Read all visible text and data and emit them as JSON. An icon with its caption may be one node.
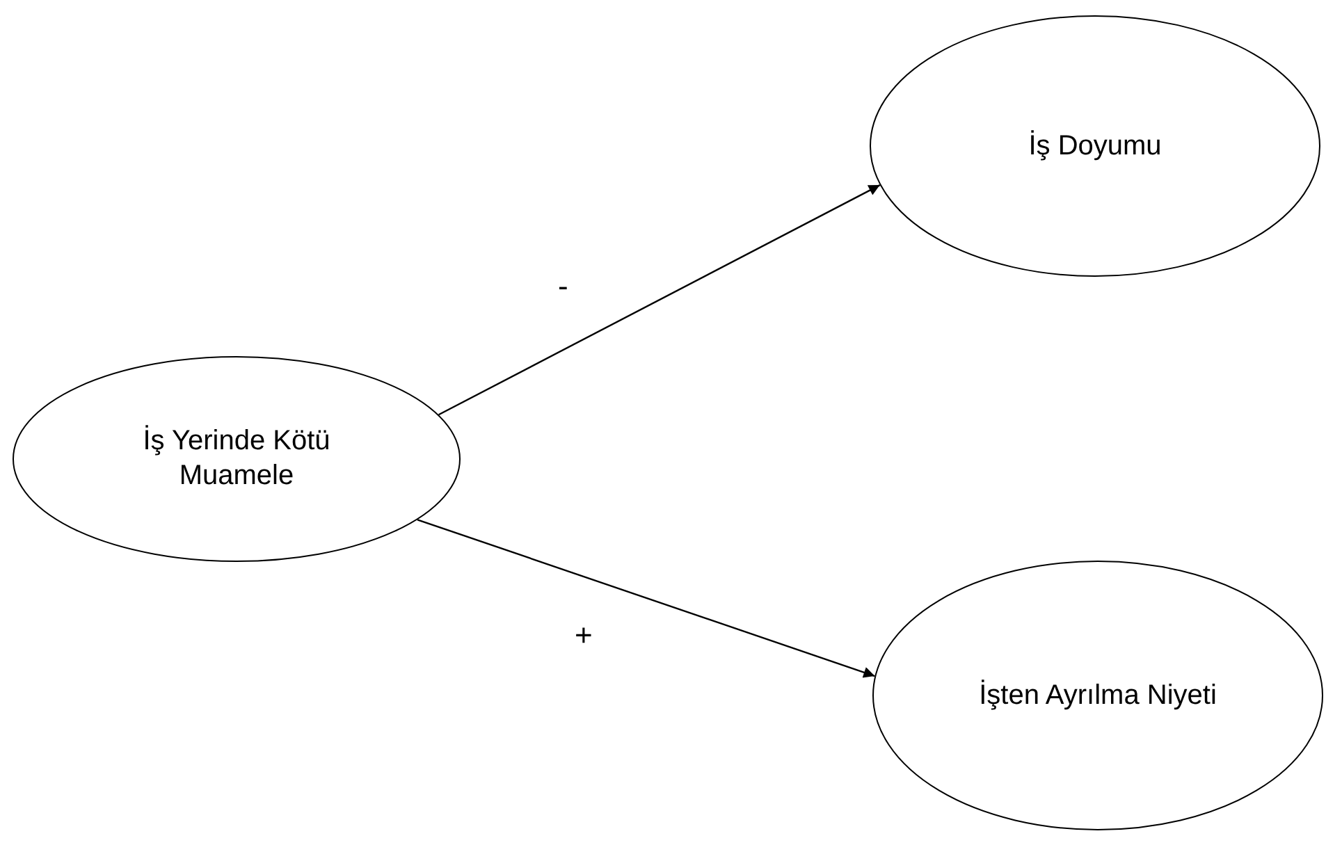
{
  "diagram": {
    "nodes": [
      {
        "text": [
          "İş Yerinde Kötü Muamele"
        ]
      },
      {
        "text": [
          "İş Doyumu"
        ]
      },
      {
        "text": [
          "İşten Ayrılma Niyeti"
        ]
      }
    ],
    "edges": [
      {
        "from": 0,
        "to": 1,
        "arrow": "to",
        "label": "-"
      },
      {
        "from": 0,
        "to": 2,
        "arrow": "to",
        "label": "+"
      }
    ]
  }
}
